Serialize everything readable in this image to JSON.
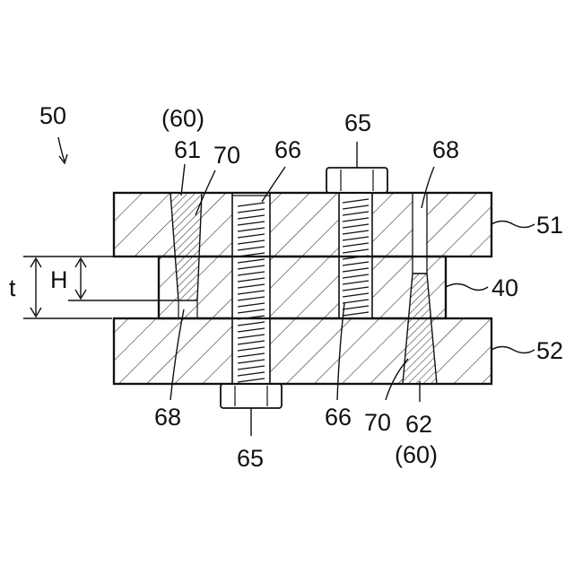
{
  "figure": {
    "assembly_ref": "50",
    "labels": {
      "ref_60_top": "(60)",
      "ref_61": "61",
      "ref_70_top": "70",
      "ref_66_top": "66",
      "ref_65_top": "65",
      "ref_68_top": "68",
      "ref_51": "51",
      "ref_40": "40",
      "ref_52": "52",
      "dim_t": "t",
      "dim_H": "H",
      "ref_68_bottom": "68",
      "ref_65_bottom": "65",
      "ref_66_bottom": "66",
      "ref_70_bottom": "70",
      "ref_62": "62",
      "ref_60_bottom": "(60)"
    }
  }
}
